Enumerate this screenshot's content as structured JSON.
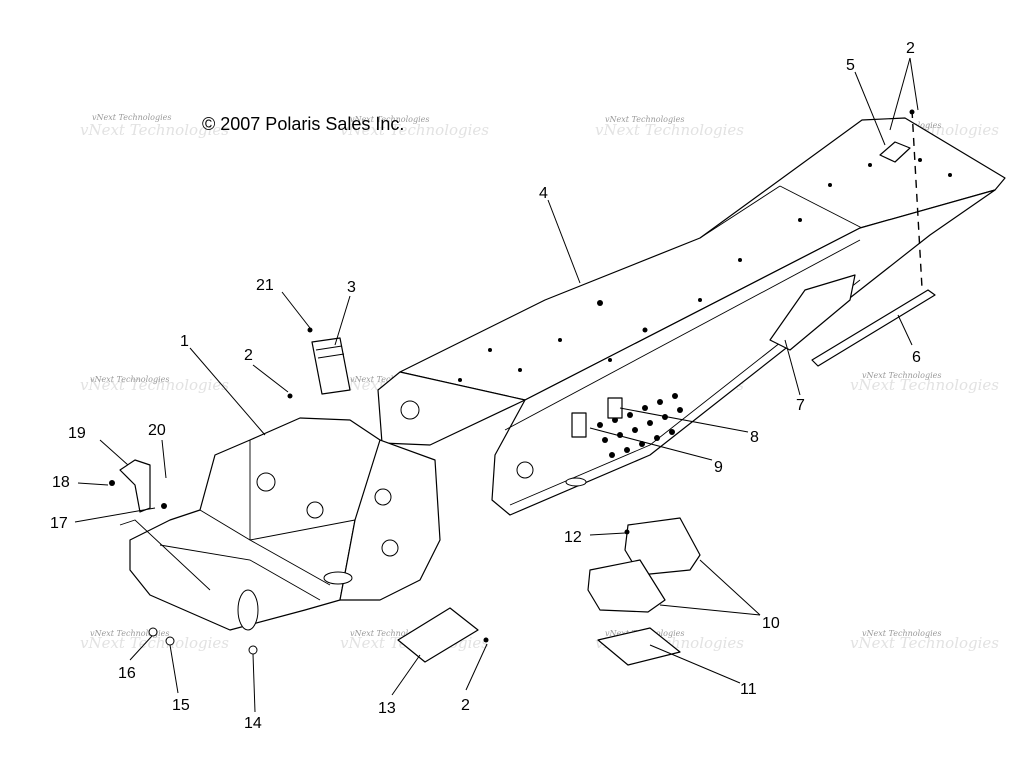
{
  "copyright": "© 2007 Polaris Sales Inc.",
  "watermark": "vNext Technologies",
  "callouts": {
    "c1": "1",
    "c2a": "2",
    "c2b": "2",
    "c2c": "2",
    "c3": "3",
    "c4": "4",
    "c5": "5",
    "c6": "6",
    "c7": "7",
    "c8": "8",
    "c9": "9",
    "c10": "10",
    "c11": "11",
    "c12": "12",
    "c13": "13",
    "c14": "14",
    "c15": "15",
    "c16": "16",
    "c17": "17",
    "c18": "18",
    "c19": "19",
    "c20": "20",
    "c21": "21"
  }
}
